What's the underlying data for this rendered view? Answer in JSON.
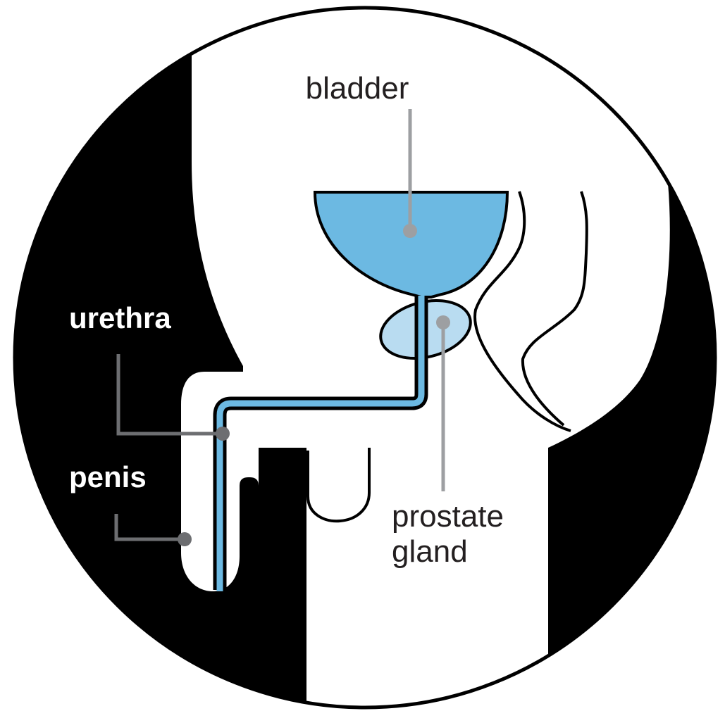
{
  "labels": {
    "bladder": "bladder",
    "urethra": "urethra",
    "penis": "penis",
    "prostate_line1": "prostate",
    "prostate_line2": "gland"
  },
  "colors": {
    "bladder_fill": "#6cb9e2",
    "prostate_fill": "#b9dcf1",
    "body_fill": "#000000",
    "background": "#ffffff",
    "pointer_gray": "#9d9fa2",
    "pointer_dark": "#6d6e71"
  }
}
